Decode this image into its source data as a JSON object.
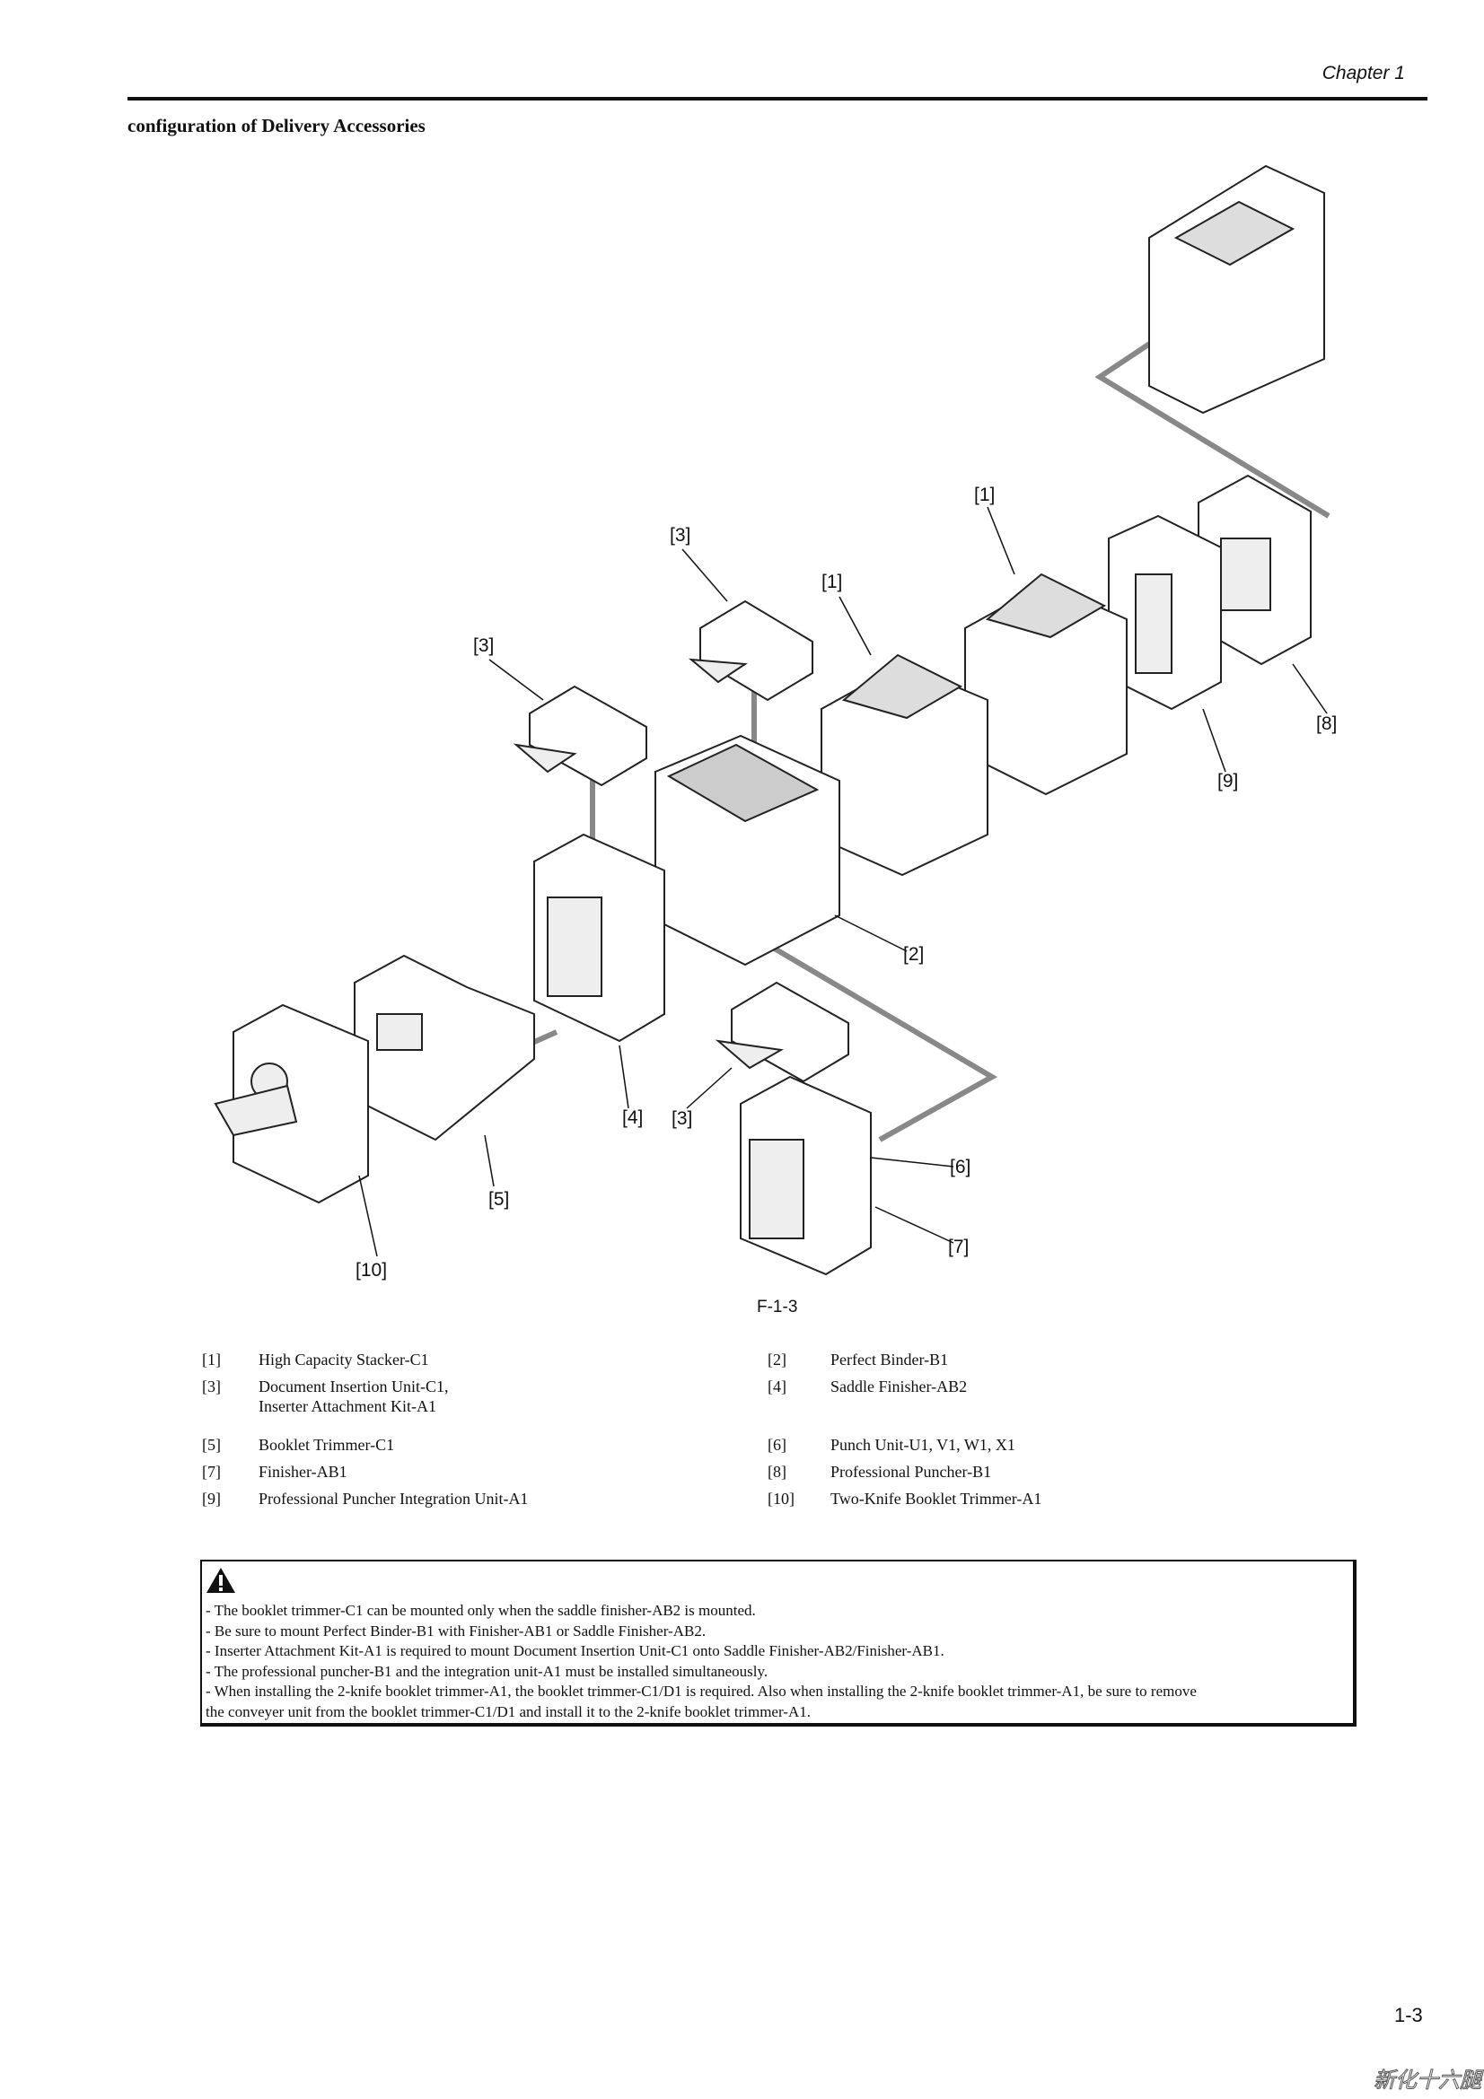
{
  "header": {
    "chapter": "Chapter 1"
  },
  "heading": "configuration of Delivery Accessories",
  "figure": {
    "id": "F-1-3",
    "callouts": [
      "[1]",
      "[3]",
      "[1]",
      "[3]",
      "[8]",
      "[9]",
      "[2]",
      "[4]",
      "[3]",
      "[5]",
      "[6]",
      "[7]",
      "[10]"
    ]
  },
  "legend": [
    {
      "num": "[1]",
      "name": "High Capacity Stacker-C1"
    },
    {
      "num": "[2]",
      "name": "Perfect Binder-B1"
    },
    {
      "num": "[3]",
      "name": "Document Insertion Unit-C1,",
      "name2": "Inserter Attachment Kit-A1"
    },
    {
      "num": "[4]",
      "name": "Saddle Finisher-AB2"
    },
    {
      "num": "[5]",
      "name": "Booklet Trimmer-C1"
    },
    {
      "num": "[6]",
      "name": "Punch Unit-U1, V1, W1, X1"
    },
    {
      "num": "[7]",
      "name": "Finisher-AB1"
    },
    {
      "num": "[8]",
      "name": "Professional Puncher-B1"
    },
    {
      "num": "[9]",
      "name": "Professional Puncher Integration Unit-A1"
    },
    {
      "num": "[10]",
      "name": "Two-Knife Booklet Trimmer-A1"
    }
  ],
  "caution": {
    "icon": "warning-triangle-icon",
    "lines": [
      "- The booklet trimmer-C1 can be mounted only when the saddle finisher-AB2 is mounted.",
      "- Be sure to mount Perfect Binder-B1 with Finisher-AB1 or Saddle Finisher-AB2.",
      "- Inserter Attachment Kit-A1 is required to mount Document Insertion Unit-C1 onto Saddle Finisher-AB2/Finisher-AB1.",
      "- The professional puncher-B1 and the integration unit-A1 must be installed simultaneously.",
      "- When installing the 2-knife booklet trimmer-A1, the booklet trimmer-C1/D1 is required. Also when installing the 2-knife booklet trimmer-A1, be sure to remove",
      "the conveyer unit from the booklet trimmer-C1/D1 and install it to the 2-knife booklet trimmer-A1."
    ]
  },
  "footer": {
    "page": "1-3",
    "watermark": "新化十六腿"
  }
}
